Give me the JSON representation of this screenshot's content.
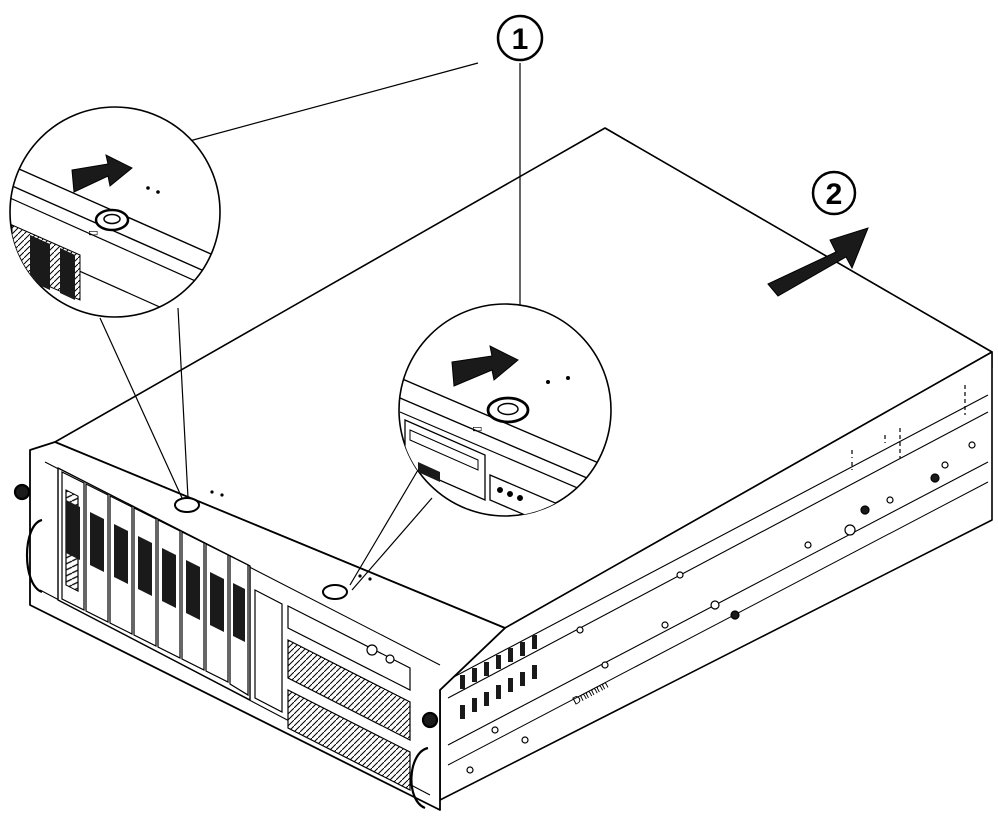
{
  "callouts": {
    "release_screws": "1",
    "slide_cover": "2"
  },
  "chassis": {
    "rear_label": "Dnnnnn"
  },
  "colors": {
    "ink": "#000000",
    "paper": "#ffffff",
    "shade": "#c8c8c8",
    "dark": "#1a1a1a"
  }
}
